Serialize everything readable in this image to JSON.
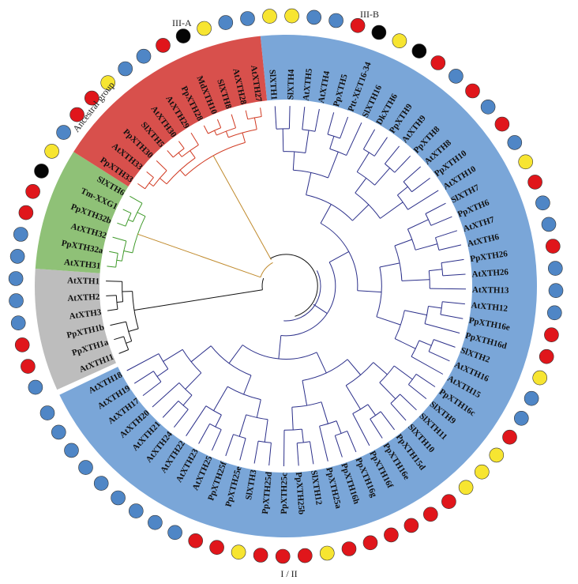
{
  "colors": {
    "blue_group": "#7aa6d8",
    "green_group": "#8fc177",
    "red_group": "#d8504c",
    "gray_group": "#bdbdbd",
    "branch_blue": "#2b2f8a",
    "branch_green": "#3f9a2a",
    "branch_red": "#d13a22",
    "branch_black": "#111111",
    "branch_orange": "#c08a2c",
    "dot_blue": "#4f86c6",
    "dot_red": "#e0161b",
    "dot_yellow": "#f7e531",
    "dot_black": "#050505"
  },
  "group_labels": {
    "ancestral": "Ancestral group",
    "iii_a": "III-A",
    "iii_b": "III-B",
    "i_ii": "I / II"
  },
  "groups": [
    {
      "name": "Ancestral group",
      "color_key": "gray_group",
      "leaves": [
        {
          "label": "AtXTH11",
          "dot": "blue"
        },
        {
          "label": "PpXTH1a",
          "dot": "red"
        },
        {
          "label": "PpXTH1b",
          "dot": "red"
        },
        {
          "label": "AtXTH3",
          "dot": "blue"
        },
        {
          "label": "AtXTH2",
          "dot": "blue"
        },
        {
          "label": "AtXTH1",
          "dot": "blue"
        }
      ]
    },
    {
      "name": "III-A",
      "color_key": "green_group",
      "leaves": [
        {
          "label": "AtXTH31",
          "dot": "blue"
        },
        {
          "label": "PpXTH32a",
          "dot": "blue"
        },
        {
          "label": "AtXTH32",
          "dot": "red"
        },
        {
          "label": "PpXTH32b",
          "dot": "red"
        },
        {
          "label": "Tm-XXG1",
          "dot": "black"
        },
        {
          "label": "SlXTH6",
          "dot": "yellow"
        }
      ]
    },
    {
      "name": "III-B",
      "color_key": "red_group",
      "leaves": [
        {
          "label": "PpXTH33",
          "dot": "blue"
        },
        {
          "label": "AtXTH33",
          "dot": "red"
        },
        {
          "label": "PpXTH30",
          "dot": "red"
        },
        {
          "label": "SlXTH5",
          "dot": "yellow"
        },
        {
          "label": "AtXTH30",
          "dot": "blue"
        },
        {
          "label": "AtXTH29",
          "dot": "blue"
        },
        {
          "label": "PpXTH28",
          "dot": "red"
        },
        {
          "label": "MdXTH10",
          "dot": "black"
        },
        {
          "label": "SlXTH8",
          "dot": "yellow"
        },
        {
          "label": "AtXTH28",
          "dot": "blue"
        },
        {
          "label": "AtXTH27",
          "dot": "blue"
        }
      ]
    },
    {
      "name": "I / II",
      "color_key": "blue_group",
      "leaves": [
        {
          "label": "SlXTH1",
          "dot": "yellow"
        },
        {
          "label": "SlXTH4",
          "dot": "yellow"
        },
        {
          "label": "AtXTH5",
          "dot": "blue"
        },
        {
          "label": "AtXTH4",
          "dot": "blue"
        },
        {
          "label": "PpXTH5",
          "dot": "red"
        },
        {
          "label": "Ptt-XET16-34",
          "dot": "black"
        },
        {
          "label": "SlXTH16",
          "dot": "yellow"
        },
        {
          "label": "DkXTH6",
          "dot": "black"
        },
        {
          "label": "PpXTH9",
          "dot": "red"
        },
        {
          "label": "AtXTH9",
          "dot": "blue"
        },
        {
          "label": "PpXTH8",
          "dot": "red"
        },
        {
          "label": "AtXTH8",
          "dot": "blue"
        },
        {
          "label": "PpXTH10",
          "dot": "red"
        },
        {
          "label": "AtXTH10",
          "dot": "blue"
        },
        {
          "label": "SlXTH7",
          "dot": "yellow"
        },
        {
          "label": "PpXTH6",
          "dot": "red"
        },
        {
          "label": "AtXTH7",
          "dot": "blue"
        },
        {
          "label": "AtXTH6",
          "dot": "blue"
        },
        {
          "label": "PpXTH26",
          "dot": "red"
        },
        {
          "label": "AtXTH26",
          "dot": "blue"
        },
        {
          "label": "AtXTH13",
          "dot": "blue"
        },
        {
          "label": "AtXTH12",
          "dot": "blue"
        },
        {
          "label": "PpXTH16e",
          "dot": "red"
        },
        {
          "label": "PpXTH16d",
          "dot": "red"
        },
        {
          "label": "SlXTH2",
          "dot": "yellow"
        },
        {
          "label": "AtXTH16",
          "dot": "blue"
        },
        {
          "label": "AtXTH15",
          "dot": "blue"
        },
        {
          "label": "PpXTH16c",
          "dot": "red"
        },
        {
          "label": "SlXTH9",
          "dot": "yellow"
        },
        {
          "label": "SlXTH11",
          "dot": "yellow"
        },
        {
          "label": "SlXTH10",
          "dot": "yellow"
        },
        {
          "label": "PpXTH15d",
          "dot": "red"
        },
        {
          "label": "PpXTH16e",
          "dot": "red"
        },
        {
          "label": "PpXTH16f",
          "dot": "red"
        },
        {
          "label": "PpXTH16g",
          "dot": "red"
        },
        {
          "label": "PpXTH16h",
          "dot": "red"
        },
        {
          "label": "PpXTH25a",
          "dot": "red"
        },
        {
          "label": "SlXTH12",
          "dot": "yellow"
        },
        {
          "label": "PpXTH25b",
          "dot": "red"
        },
        {
          "label": "PpXTH25c",
          "dot": "red"
        },
        {
          "label": "PpXTH25d",
          "dot": "red"
        },
        {
          "label": "SlXTH3",
          "dot": "yellow"
        },
        {
          "label": "PpXTH25e",
          "dot": "red"
        },
        {
          "label": "PpXTH25f",
          "dot": "red"
        },
        {
          "label": "AtXTH25",
          "dot": "blue"
        },
        {
          "label": "AtXTH23",
          "dot": "blue"
        },
        {
          "label": "AtXTH22",
          "dot": "blue"
        },
        {
          "label": "AtXTH24",
          "dot": "blue"
        },
        {
          "label": "AtXTH21",
          "dot": "blue"
        },
        {
          "label": "AtXTH20",
          "dot": "blue"
        },
        {
          "label": "AtXTH17",
          "dot": "blue"
        },
        {
          "label": "AtXTH19",
          "dot": "blue"
        },
        {
          "label": "AtXTH18",
          "dot": "blue"
        }
      ]
    }
  ]
}
